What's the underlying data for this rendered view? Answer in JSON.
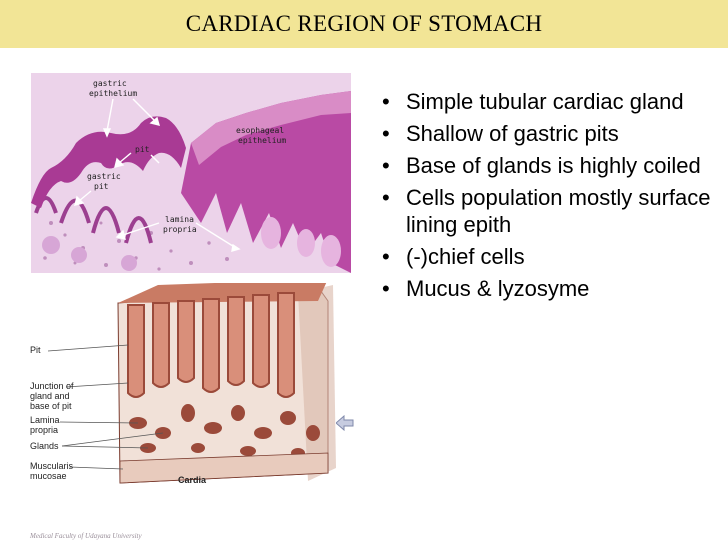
{
  "slide": {
    "title": "CARDIAC REGION OF STOMACH",
    "footer": "Medical Faculty of Udayana University"
  },
  "micrograph": {
    "labels": {
      "gastric_epithelium": "gastric\nepithelium",
      "esophageal_epithelium": "esophageal\nepithelium",
      "pit": "pit",
      "gastric_pit": "gastric\npit",
      "lamina_propria": "lamina\npropria"
    }
  },
  "diagram": {
    "labels": {
      "pit": "Pit",
      "junction": "Junction of\ngland and\nbase of pit",
      "lamina_propria": "Lamina\npropria",
      "glands": "Glands",
      "muscularis": "Muscularis\nmucosae",
      "cardia": "Cardia"
    }
  },
  "bullets": [
    "Simple tubular cardiac gland",
    "Shallow of gastric pits",
    "Base of glands is highly coiled",
    "Cells population mostly surface lining epith",
    "(-)chief cells",
    "Mucus & lyzosyme"
  ],
  "colors": {
    "title_bar": "#f2e596",
    "micro_bg": "#e9c8e3",
    "epithelium": "#b4449c",
    "gland_brown": "#9b4a3a",
    "gland_fill": "#d98f7a"
  }
}
